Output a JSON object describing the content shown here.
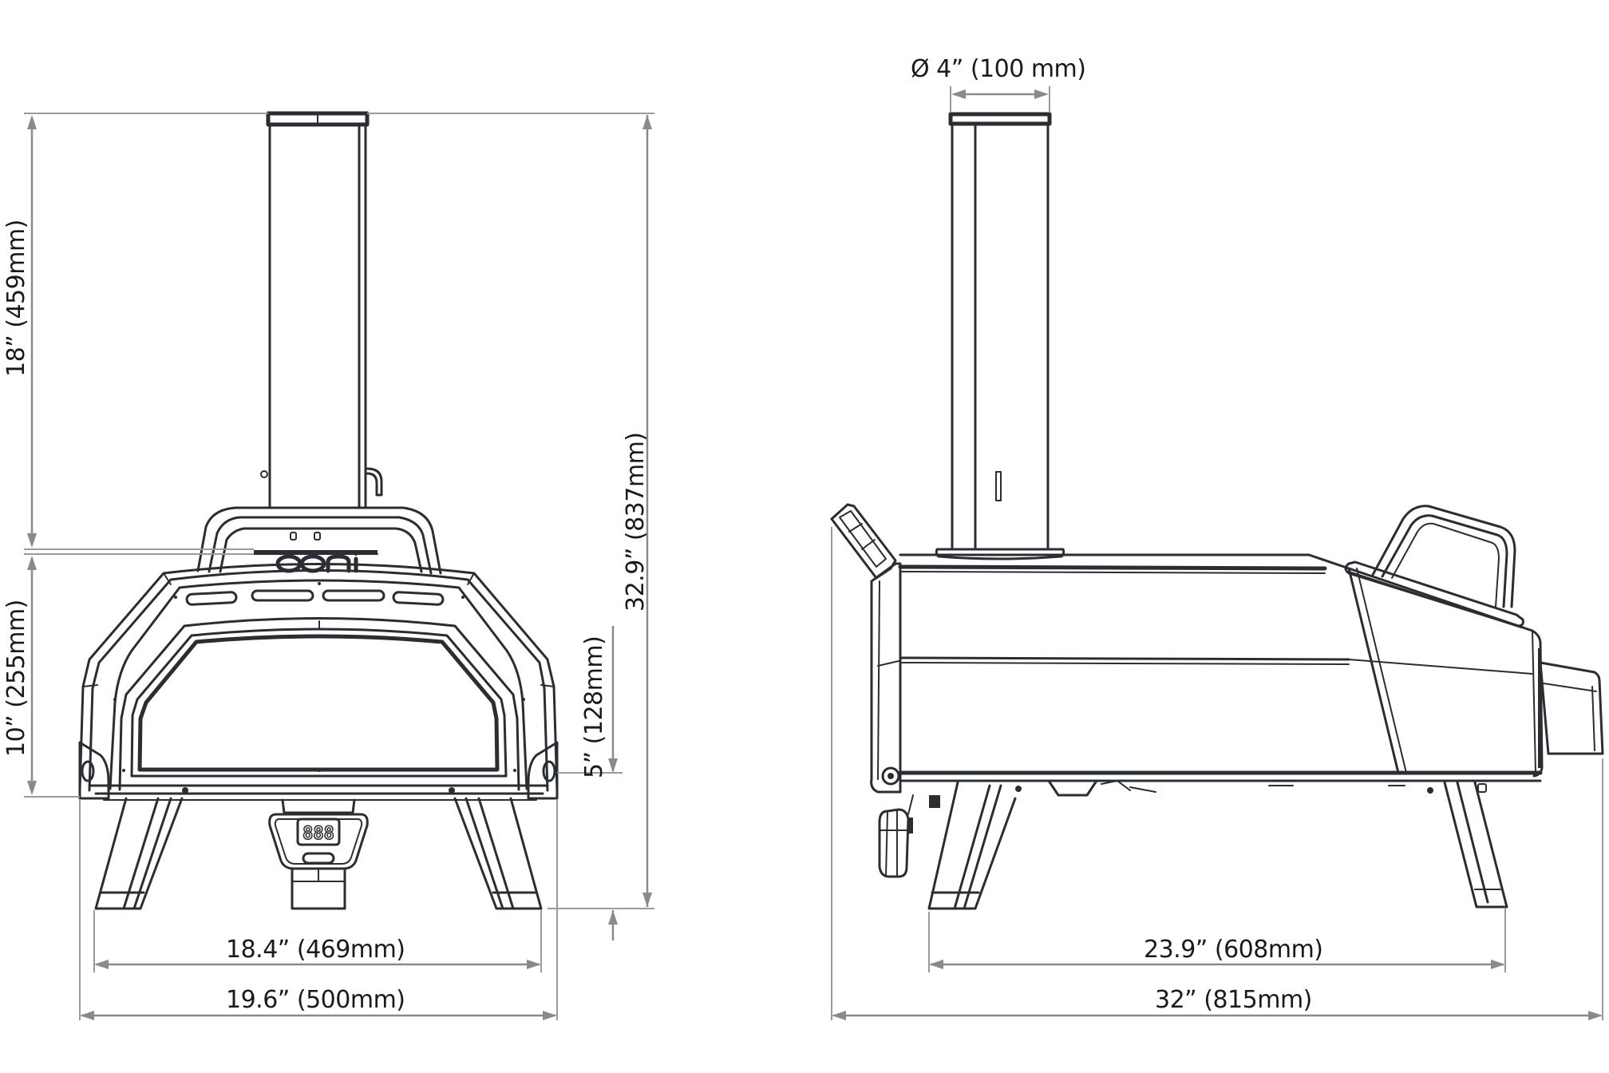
{
  "title": "Ooni Karu 16 pizza oven dimension drawing",
  "colors": {
    "outline": "#2a2d31",
    "dimension_line": "#8a8a8a",
    "label_text": "#1a1a1a",
    "background": "#ffffff"
  },
  "front_view": {
    "logo_text": "ooni",
    "display_digits": "888",
    "dimensions": {
      "chimney_height": "18” (459mm)",
      "body_height": "10” (255mm)",
      "total_height": "32.9” (837mm)",
      "leg_clearance": "5” (128mm)",
      "leg_width": "18.4” (469mm)",
      "total_width": "19.6” (500mm)"
    }
  },
  "side_view": {
    "dimensions": {
      "chimney_diameter": "Ø 4” (100 mm)",
      "leg_depth": "23.9” (608mm)",
      "total_depth": "32” (815mm)"
    }
  }
}
